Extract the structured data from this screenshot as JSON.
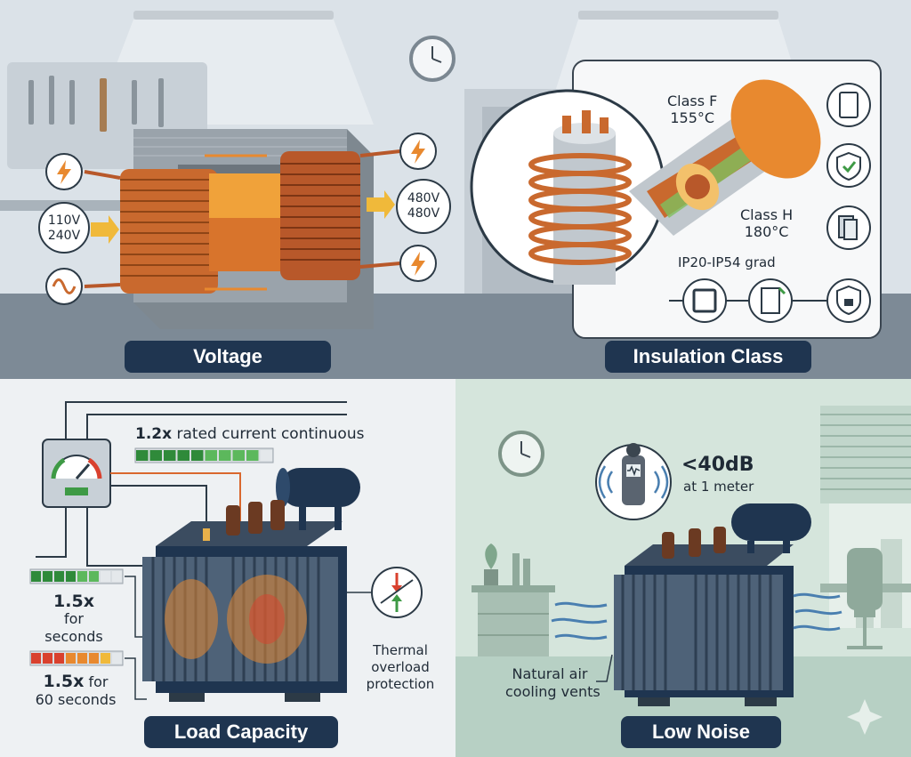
{
  "panels": {
    "voltage": {
      "title": "Voltage Conversion",
      "input_line1": "110V",
      "input_line2": "240V",
      "output_line1": "480V",
      "output_line2": "480V",
      "icons": [
        "lightning-icon",
        "sine-wave-icon"
      ]
    },
    "insulation": {
      "title": "Insulation Class",
      "class_f_label": "Class F",
      "class_f_temp": "155°C",
      "class_h_label": "Class H",
      "class_h_temp": "180°C",
      "ip_rating": "IP20-IP54 grad",
      "icons": [
        "cabinet-icon",
        "shield-check-icon",
        "glass-panel-icon",
        "enclosure-icon",
        "door-icon",
        "shield-lock-icon"
      ]
    },
    "load": {
      "title": "Load Capacity",
      "continuous_value": "1.2x",
      "continuous_text": "rated current continuous",
      "short_value": "1.5x",
      "short_line2": "for",
      "short_line3": "seconds",
      "long_value": "1.5x",
      "long_line2": "for",
      "long_line3": "60 seconds",
      "thermal_line1": "Thermal",
      "thermal_line2": "overload",
      "thermal_line3": "protection",
      "continuous_level": 0.85,
      "short_level": 0.8,
      "long_level": 0.9
    },
    "noise": {
      "title": "Low Noise",
      "db_value": "<40dB",
      "db_note": "at 1 meter",
      "vent_line1": "Natural air",
      "vent_line2": "cooling vents"
    }
  },
  "colors": {
    "navy": "#1f3550",
    "copper": "#c9692e",
    "orange": "#e8892f",
    "steel": "#8a949c",
    "green": "#3e9a45"
  }
}
